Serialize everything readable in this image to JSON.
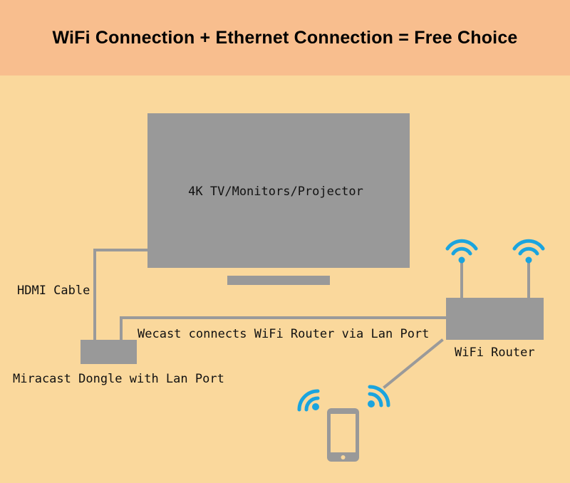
{
  "header": {
    "title": "WiFi Connection + Ethernet Connection = Free Choice"
  },
  "labels": {
    "display": "4K TV/Monitors/Projector",
    "hdmi": "HDMI Cable",
    "dongle": "Miracast Dongle with Lan Port",
    "lan_link": "Wecast connects WiFi Router via Lan Port",
    "router": "WiFi Router"
  },
  "icons": [
    "wifi-icon",
    "smartphone-icon"
  ],
  "colors": {
    "header_bg": "#f8be8e",
    "page_bg": "#fad89c",
    "device_gray": "#999999",
    "wifi_blue": "#1aa4de"
  }
}
